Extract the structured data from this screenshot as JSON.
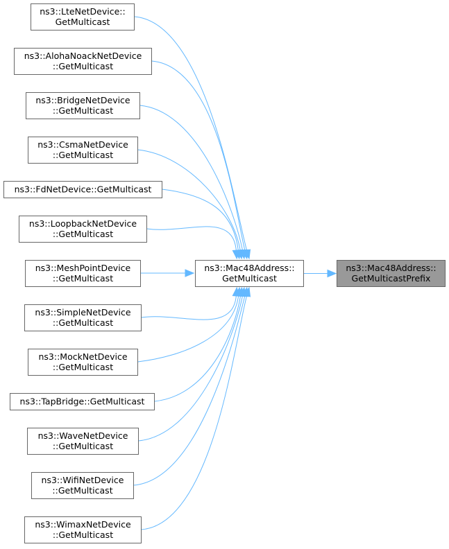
{
  "colors": {
    "edge": "#63b8ff",
    "node_border": "#666666",
    "node_fill": "#ffffff",
    "target_fill": "#999999"
  },
  "target": {
    "id": "mac48_prefix",
    "lines": [
      "ns3::Mac48Address::",
      "GetMulticastPrefix"
    ]
  },
  "center": {
    "id": "mac48_getmulticast",
    "lines": [
      "ns3::Mac48Address::",
      "GetMulticast"
    ]
  },
  "callers": [
    {
      "id": "lte",
      "lines": [
        "ns3::LteNetDevice::",
        "GetMulticast"
      ]
    },
    {
      "id": "aloha",
      "lines": [
        "ns3::AlohaNoackNetDevice",
        "::GetMulticast"
      ]
    },
    {
      "id": "bridge",
      "lines": [
        "ns3::BridgeNetDevice",
        "::GetMulticast"
      ]
    },
    {
      "id": "csma",
      "lines": [
        "ns3::CsmaNetDevice",
        "::GetMulticast"
      ]
    },
    {
      "id": "fd",
      "lines": [
        "ns3::FdNetDevice::GetMulticast"
      ]
    },
    {
      "id": "loopback",
      "lines": [
        "ns3::LoopbackNetDevice",
        "::GetMulticast"
      ]
    },
    {
      "id": "meshpoint",
      "lines": [
        "ns3::MeshPointDevice",
        "::GetMulticast"
      ]
    },
    {
      "id": "simple",
      "lines": [
        "ns3::SimpleNetDevice",
        "::GetMulticast"
      ]
    },
    {
      "id": "mock",
      "lines": [
        "ns3::MockNetDevice",
        "::GetMulticast"
      ]
    },
    {
      "id": "tapbridge",
      "lines": [
        "ns3::TapBridge::GetMulticast"
      ]
    },
    {
      "id": "wave",
      "lines": [
        "ns3::WaveNetDevice",
        "::GetMulticast"
      ]
    },
    {
      "id": "wifi",
      "lines": [
        "ns3::WifiNetDevice",
        "::GetMulticast"
      ]
    },
    {
      "id": "wimax",
      "lines": [
        "ns3::WimaxNetDevice",
        "::GetMulticast"
      ]
    }
  ]
}
